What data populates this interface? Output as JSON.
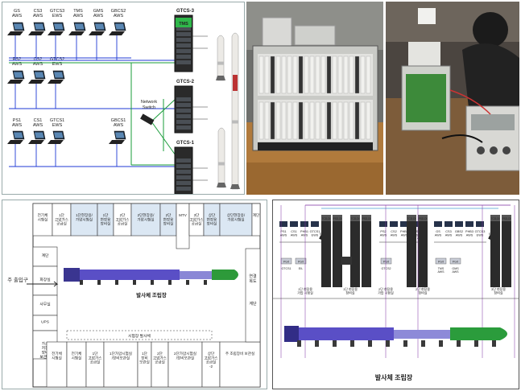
{
  "network": {
    "ws_rows": [
      {
        "items": [
          {
            "l1": "GS",
            "l2": "AWS"
          },
          {
            "l1": "CS3",
            "l2": "AWS"
          },
          {
            "l1": "GTCS3",
            "l2": "EWS"
          },
          {
            "l1": "TMS",
            "l2": "AWS"
          },
          {
            "l1": "GMS",
            "l2": "AWS"
          },
          {
            "l1": "GBCS2",
            "l2": "AWS"
          }
        ]
      },
      {
        "items": [
          {
            "l1": "PS2",
            "l2": "AWS"
          },
          {
            "l1": "CS2",
            "l2": "AWS"
          },
          {
            "l1": "GTCS2",
            "l2": "EWS"
          }
        ]
      },
      {
        "items": [
          {
            "l1": "PS1",
            "l2": "AWS"
          },
          {
            "l1": "CS1",
            "l2": "AWS"
          },
          {
            "l1": "GTCS1",
            "l2": "EWS"
          },
          {
            "l1": "GBCS1",
            "l2": "AWS"
          }
        ]
      }
    ],
    "switch_label_1": "Network",
    "switch_label_2": "Switch",
    "racks": [
      "GTCS-3",
      "GTCS-2",
      "GTCS-1"
    ],
    "tms_label": "TMS"
  },
  "floorplan": {
    "top_rooms": [
      "전기체\n시험실",
      "1단\n고압가스\n공급실",
      "1단현장용/\n가압시험실",
      "1단\n현장용\n장비실",
      "2단\n고압가스\n공급실",
      "2단현장용/\n가압시험실",
      "2단\n현장용\n장비실",
      "MTV",
      "3단\n고압가스\n공급실",
      "상단\n현장용\n장비실",
      "상단현장용/\n가압시험실",
      "계단"
    ],
    "left_rooms": [
      "계단",
      "화장실",
      "사무실",
      "UPS",
      "가스\n저장\n장비\n보관실"
    ],
    "bottom_rooms": [
      "전기체\n시험실",
      "전기체\n시험실",
      "1단\n고압가스\n공급실",
      "1단가압시험실\n/장비보관실",
      "1단\n장비\n보관실",
      "2단\n고압가스\n공급실",
      "2단가압시험실\n/장비보관실",
      "상단\n고압가스\n공급실\n-2",
      "주 조립장비 보관실"
    ],
    "entrance": "주 출입구",
    "hall": "발사체 조립장",
    "test_area": "시험장 발사체",
    "right_side": "연결\n복도",
    "right_side2": "계단"
  },
  "schematic": {
    "group1": {
      "ws": [
        "PS1\nAWS",
        "CS1\nAWS",
        "PHB1\nAWS",
        "GTCS1\nEWS"
      ],
      "ports": [
        "Port",
        "Port"
      ],
      "port_labels": [
        "GTCS1",
        "EIL"
      ],
      "room": "1단 현장용\n가압 시험실",
      "equip": "1단 현장용\n장비실"
    },
    "group2": {
      "ws": [
        "PS2\nAWS",
        "CS2\nAWS",
        "PHB2\nAWS",
        "GTCS2\nEWS"
      ],
      "ports": [
        "Port"
      ],
      "port_labels": [
        "GTCS2"
      ],
      "room": "2단 현장용\n가압 시험실",
      "equip": "2단 현장용\n장비실"
    },
    "group3": {
      "ws": [
        "GS\nAWS",
        "CS3\nAWS",
        "GBS2\nAWS",
        "PHB3\nAWS",
        "GTCS3\nEWS"
      ],
      "ports": [
        "Port",
        "Port"
      ],
      "port_labels": [
        "TMS\nAWS",
        "GMS\nAWS"
      ],
      "room": "상단 현장용\n가압 시험실",
      "equip": "3단 현장용\n장비실"
    },
    "rack_labels": [
      "TCD-DI",
      "PSD-DI",
      "TCD-DI",
      "PSD-DI",
      "TCD-DI",
      "PSD-DI",
      "TCD-DI",
      "PSD-DI"
    ],
    "switch": "Switch",
    "hall": "발사체 조립장"
  }
}
